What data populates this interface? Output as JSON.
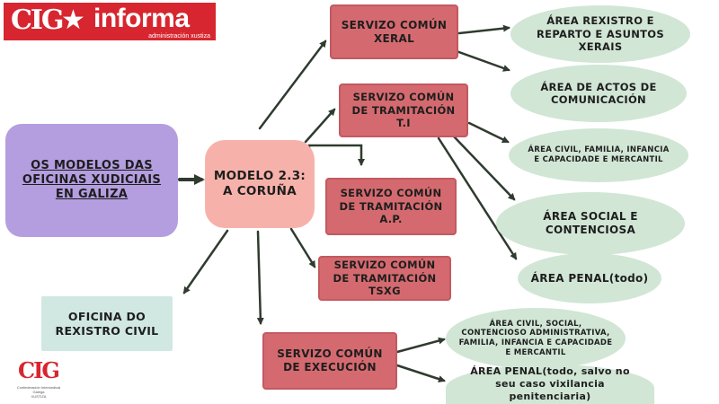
{
  "logo": {
    "mark": "CIG",
    "star": "★",
    "wordmark": "informa",
    "subtitle": "administración xustiza"
  },
  "logo_bottom": {
    "mark": "CIG",
    "line1": "Confederación Intersindical Galega",
    "line2": "XUSTIZA"
  },
  "nodes": {
    "oficinas": "OS MODELOS DAS OFICINAS XUDICIAIS EN GALIZA",
    "modelo": "MODELO 2.3: A CORUÑA",
    "sc_xeral": "SERVIZO COMÚN XERAL",
    "sc_tramitacion_ti": "SERVIZO COMÚN DE TRAMITACIÓN T.I",
    "sc_tramitacion_ap": "SERVIZO COMÚN DE TRAMITACIÓN A.P.",
    "sc_tramitacion_tsxg": "SERVIZO COMÚN DE TRAMITACIÓN TSXG",
    "sc_execucion": "SERVIZO COMÚN DE EXECUCIÓN",
    "oficina_rexistro": "OFICINA DO REXISTRO CIVIL",
    "area_rexistro": "ÁREA REXISTRO E REPARTO E ASUNTOS XERAIS",
    "area_actos": "ÁREA DE ACTOS DE COMUNICACIÓN",
    "area_civil_ti": "ÁREA CIVIL, FAMILIA, INFANCIA E CAPACIDADE E MERCANTIL",
    "area_social": "ÁREA SOCIAL E CONTENCIOSA",
    "area_penal_todo": "ÁREA PENAL(todo)",
    "area_civil_exec": "ÁREA CIVIL, SOCIAL, CONTENCIOSO ADMINISTRATIVA, FAMILIA, INFANCIA E CAPACIDADE E MERCANTIL",
    "area_penal_exec": "ÁREA PENAL(todo, salvo no seu caso vixilancia penitenciaria)"
  },
  "colors": {
    "purple": "#b49ee0",
    "salmon": "#f6b2aa",
    "red": "#d46a6f",
    "mint": "#d1e6d5",
    "arrow": "#2f3b2f",
    "brand": "#d7262f"
  }
}
